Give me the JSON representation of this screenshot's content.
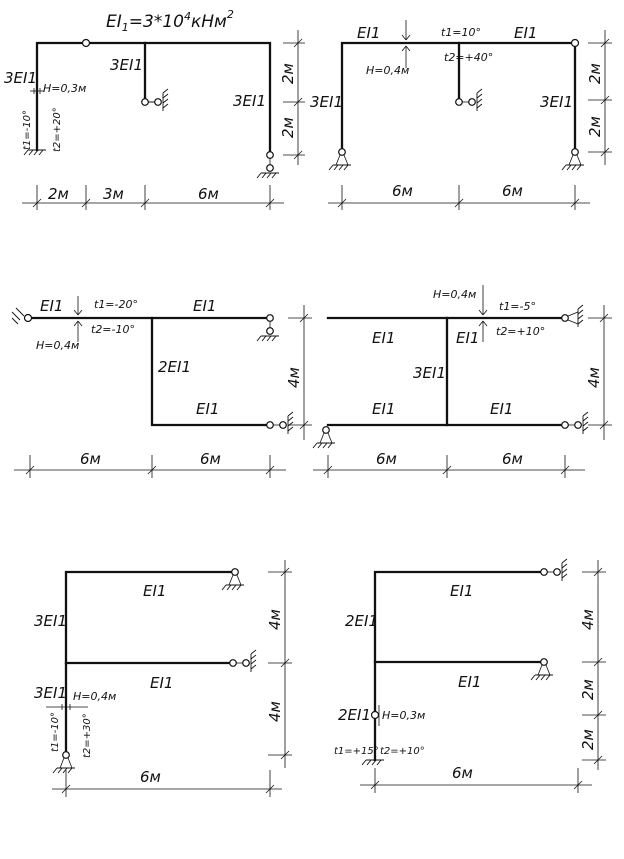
{
  "stiffness_note": {
    "main": "EI",
    "sub": "1",
    "rest": "=3*10",
    "exp": "4",
    "unit": "кНм",
    "unit_exp": "2"
  },
  "diagrams": [
    {
      "id": "d1",
      "ei": [
        "3EI1",
        "3EI1",
        "3EI1"
      ],
      "H": "H=0,3м",
      "t1": "t1=-10°",
      "t2": "t2=+20°",
      "dims": [
        "2м",
        "3м",
        "6м",
        "2м",
        "2м"
      ]
    },
    {
      "id": "d2",
      "ei": [
        "EI1",
        "EI1",
        "3EI1",
        "3EI1"
      ],
      "H": "H=0,4м",
      "t1": "t1=10°",
      "t2": "t2=+40°",
      "dims": [
        "6м",
        "6м",
        "2м",
        "2м"
      ]
    },
    {
      "id": "d3",
      "ei": [
        "EI1",
        "EI1",
        "2EI1",
        "EI1"
      ],
      "H": "H=0,4м",
      "t1": "t1=-20°",
      "t2": "t2=-10°",
      "dims": [
        "6м",
        "6м",
        "4м"
      ]
    },
    {
      "id": "d4",
      "ei": [
        "EI1",
        "EI1",
        "3EI1",
        "EI1",
        "EI1"
      ],
      "H": "H=0,4м",
      "t1": "t1=-5°",
      "t2": "t2=+10°",
      "dims": [
        "6м",
        "6м",
        "4м"
      ]
    },
    {
      "id": "d5",
      "ei": [
        "EI1",
        "3EI1",
        "EI1",
        "3EI1"
      ],
      "H": "H=0,4м",
      "t1": "t1=-10°",
      "t2": "t2=+30°",
      "dims": [
        "6м",
        "4м",
        "4м"
      ]
    },
    {
      "id": "d6",
      "ei": [
        "EI1",
        "2EI1",
        "EI1",
        "2EI1"
      ],
      "H": "H=0,3м",
      "t1": "t1=+15°",
      "t2": "t2=+10°",
      "dims": [
        "6м",
        "4м",
        "2м",
        "2м"
      ]
    }
  ]
}
